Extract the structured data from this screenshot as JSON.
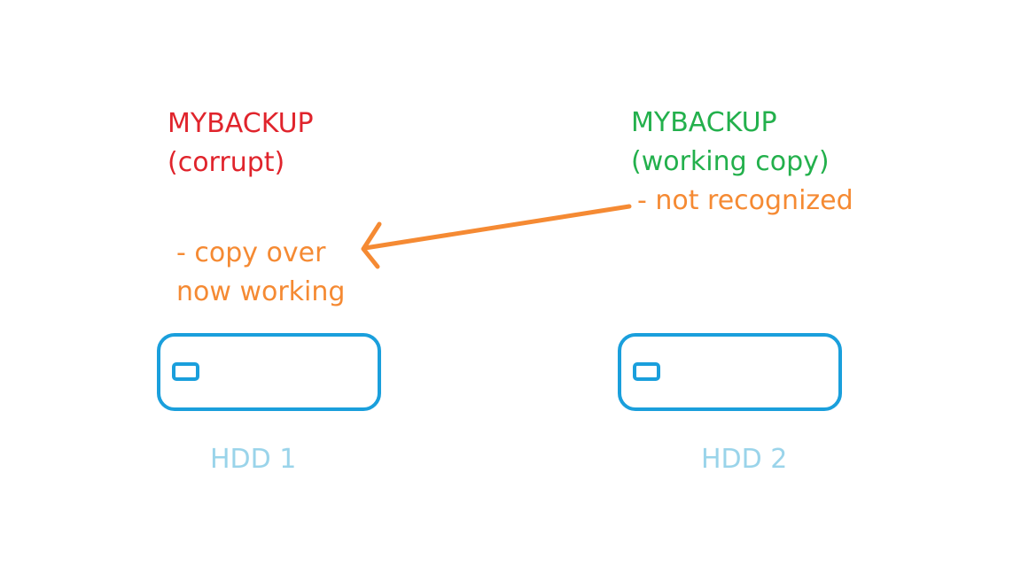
{
  "diagram": {
    "hdd1": {
      "name": "MYBACKUP",
      "status": "(corrupt)",
      "note_line1": "- copy over",
      "note_line2": "now working",
      "label": "HDD 1"
    },
    "hdd2": {
      "name": "MYBACKUP",
      "status": "(working copy)",
      "note": "- not recognized",
      "label": "HDD 2"
    },
    "arrow": {
      "from": "hdd2",
      "to": "hdd1"
    },
    "colors": {
      "corrupt": "#e0242c",
      "working": "#23b04c",
      "note": "#f58a33",
      "drive": "#1a9fdc",
      "drive_label": "#9ad4ea"
    }
  }
}
